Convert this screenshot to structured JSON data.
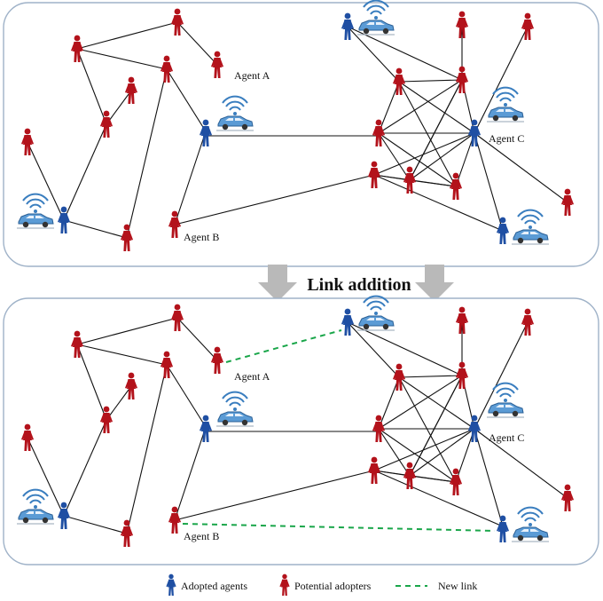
{
  "diagram": {
    "title": "Link addition",
    "legend": {
      "adopted": "Adopted agents",
      "potential": "Potential adopters",
      "new_link": "New link"
    },
    "labels": {
      "agent_a": "Agent A",
      "agent_b": "Agent B",
      "agent_c": "Agent C"
    },
    "colors": {
      "adopted": "#1f4fa3",
      "potential": "#b3121b",
      "new_link": "#1aa64a",
      "panel_border": "#9fb2c8",
      "arrow": "#b9b9b9",
      "car": "#3a7ebf"
    },
    "icons": {
      "adopted": "person-icon",
      "potential": "person-icon",
      "vehicle": "connected-car-icon"
    }
  }
}
